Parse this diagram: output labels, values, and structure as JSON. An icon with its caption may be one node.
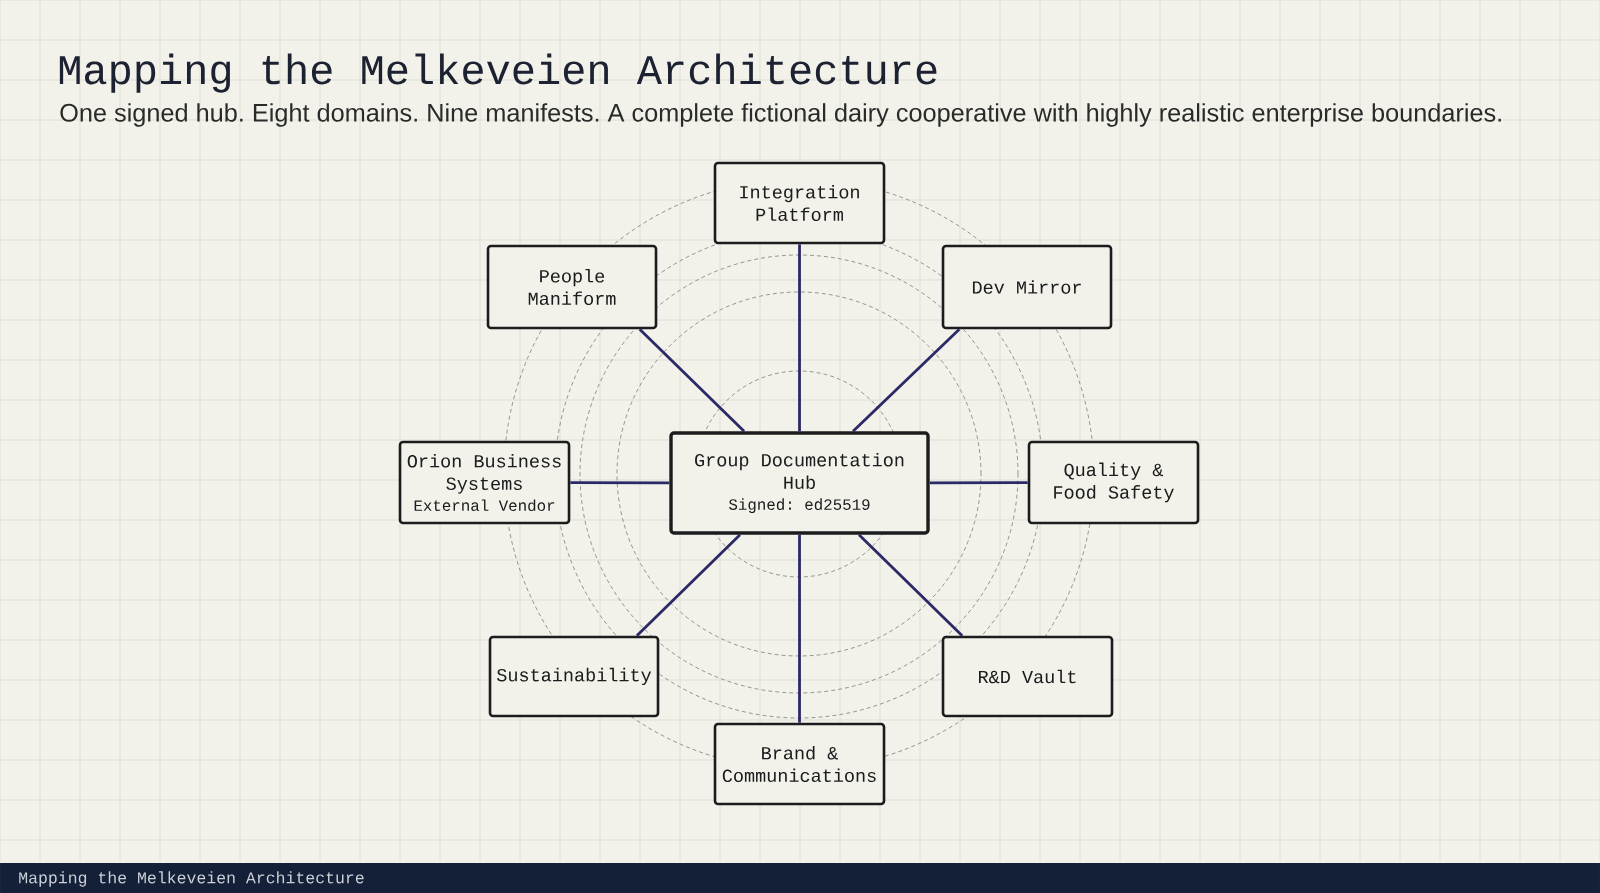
{
  "diagram": {
    "title": "Mapping the Melkeveien Architecture",
    "caption": "One signed hub. Eight domains. Nine manifests. A complete fictional dairy cooperative with highly realistic enterprise boundaries.",
    "nodes": [
      {
        "text": [
          "Integration Platform"
        ]
      },
      {
        "text": [
          "People Maniform"
        ]
      },
      {
        "text": [
          "Dev Mirror"
        ]
      },
      {
        "text": [
          "Orion Business Systems",
          "External Vendor"
        ]
      },
      {
        "text": [
          "Group Documentation Hub",
          "Signed: ed25519"
        ]
      },
      {
        "text": [
          "Quality & Food Safety"
        ]
      },
      {
        "text": [
          "Sustainability"
        ]
      },
      {
        "text": [
          "R&D Vault"
        ]
      },
      {
        "text": [
          "Brand & Communications"
        ]
      }
    ],
    "edges": [
      {
        "from": 4,
        "to": 0,
        "arrow": "none"
      },
      {
        "from": 4,
        "to": 1,
        "arrow": "none"
      },
      {
        "from": 4,
        "to": 2,
        "arrow": "none"
      },
      {
        "from": 4,
        "to": 3,
        "arrow": "none"
      },
      {
        "from": 4,
        "to": 5,
        "arrow": "none"
      },
      {
        "from": 4,
        "to": 6,
        "arrow": "none"
      },
      {
        "from": 4,
        "to": 7,
        "arrow": "none"
      },
      {
        "from": 4,
        "to": 8,
        "arrow": "none"
      }
    ],
    "labels": [
      "Mapping the Melkeveien Architecture"
    ]
  }
}
